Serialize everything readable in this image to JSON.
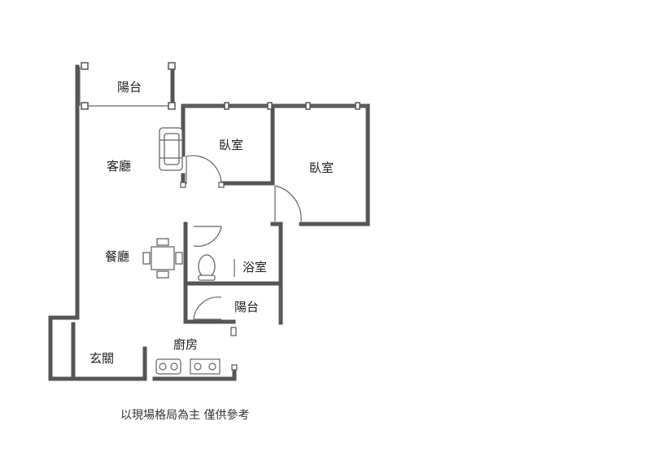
{
  "rooms": {
    "balcony_top": "陽台",
    "living_room": "客廳",
    "bedroom_1": "臥室",
    "bedroom_2": "臥室",
    "dining_room": "餐廳",
    "bathroom": "浴室",
    "balcony_back": "陽台",
    "kitchen": "廚房",
    "entrance": "玄關"
  },
  "note": "以現場格局為主 僅供參考",
  "colors": {
    "wall": "#555555",
    "line": "#666666",
    "background": "#ffffff"
  }
}
